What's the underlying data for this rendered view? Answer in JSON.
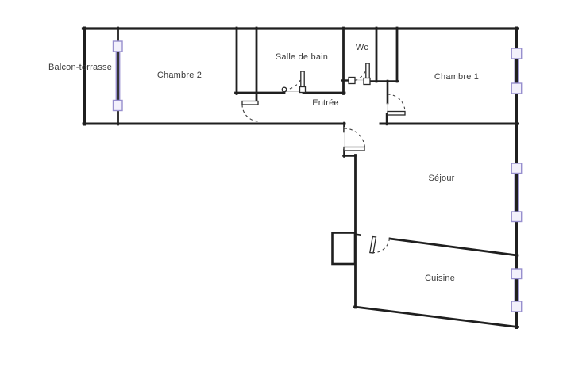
{
  "app": {
    "type": "apartment-floor-plan"
  },
  "colors": {
    "background": "#ffffff",
    "wall": "#1f1f1f",
    "label_text": "#3a3a3a",
    "door_arc": "#3f3f3f",
    "threshold": "#cccccc",
    "window_stroke": "#978fce",
    "window_fill": "#f2f0fb"
  },
  "rooms": [
    {
      "id": "balcon-terrasse",
      "label": "Balcon-terrasse"
    },
    {
      "id": "chambre-2",
      "label": "Chambre 2"
    },
    {
      "id": "salle-de-bain",
      "label": "Salle de bain"
    },
    {
      "id": "wc",
      "label": "Wc"
    },
    {
      "id": "chambre-1",
      "label": "Chambre 1"
    },
    {
      "id": "entree",
      "label": "Entrée"
    },
    {
      "id": "sejour",
      "label": "Séjour"
    },
    {
      "id": "cuisine",
      "label": "Cuisine"
    }
  ],
  "features": {
    "windows": [
      "balcony-window",
      "chambre-1-window",
      "sejour-window",
      "cuisine-window"
    ],
    "doors": [
      "chambre-2-door",
      "salle-de-bain-door",
      "wc-door",
      "chambre-1-door",
      "sejour-door",
      "cuisine-door"
    ]
  }
}
